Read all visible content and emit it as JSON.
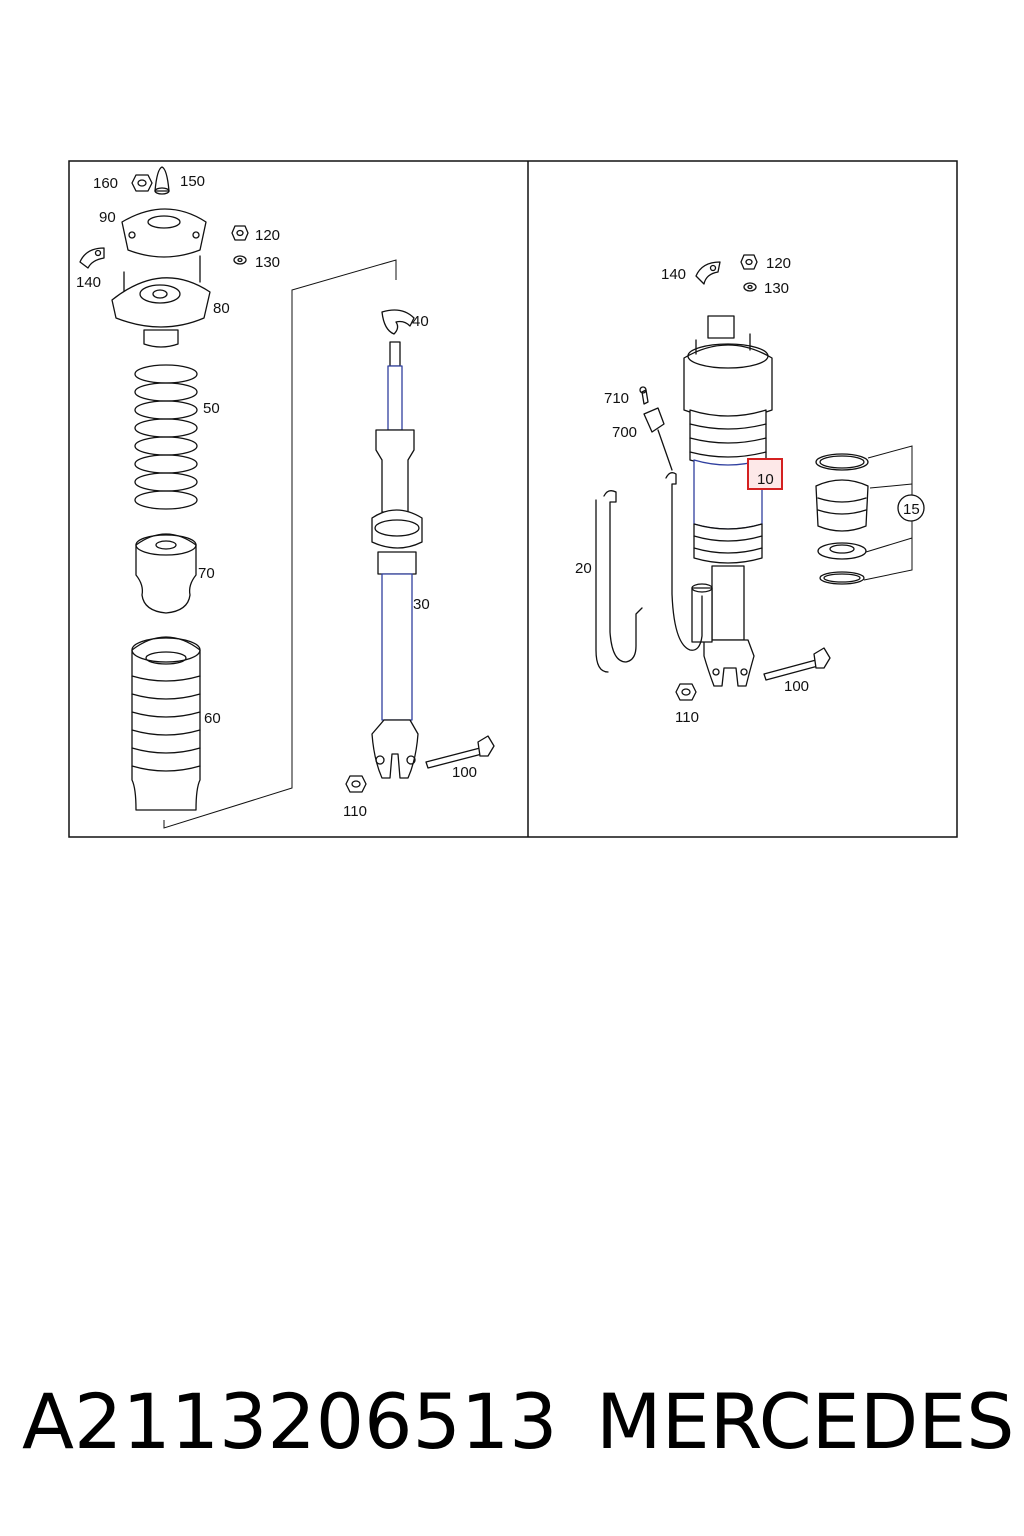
{
  "left_panel": {
    "labels": [
      "160",
      "150",
      "90",
      "120",
      "130",
      "140",
      "80",
      "50",
      "70",
      "60",
      "40",
      "30",
      "100",
      "110"
    ]
  },
  "right_panel": {
    "labels": [
      "140",
      "120",
      "130",
      "710",
      "700",
      "20",
      "15",
      "100",
      "110"
    ],
    "highlighted_label": "10"
  },
  "highlight_color": "#d42020",
  "footer": {
    "part_number": "A2113206513",
    "brand": "MERCEDES"
  }
}
